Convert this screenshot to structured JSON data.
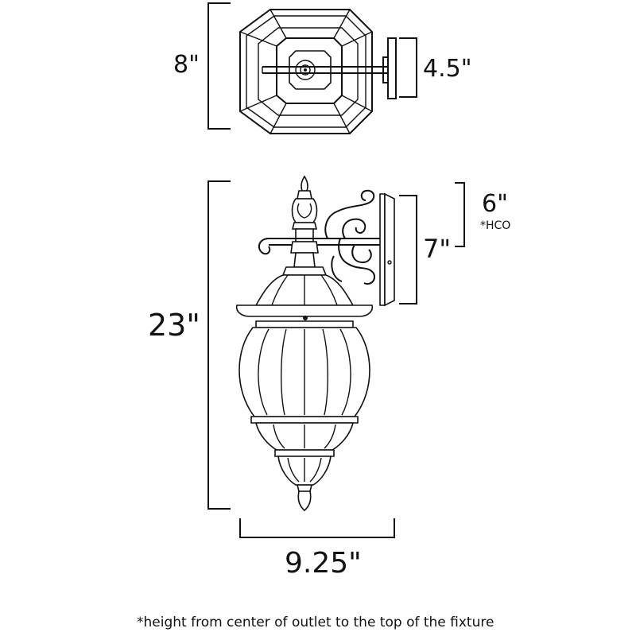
{
  "dimensions": {
    "top_depth": "8\"",
    "backplate_width": "4.5\"",
    "height": "23\"",
    "hco": "6\"",
    "hco_label": "*HCO",
    "backplate_height": "7\"",
    "width": "9.25\""
  },
  "footnote": "*height from center of outlet to the top of the fixture"
}
